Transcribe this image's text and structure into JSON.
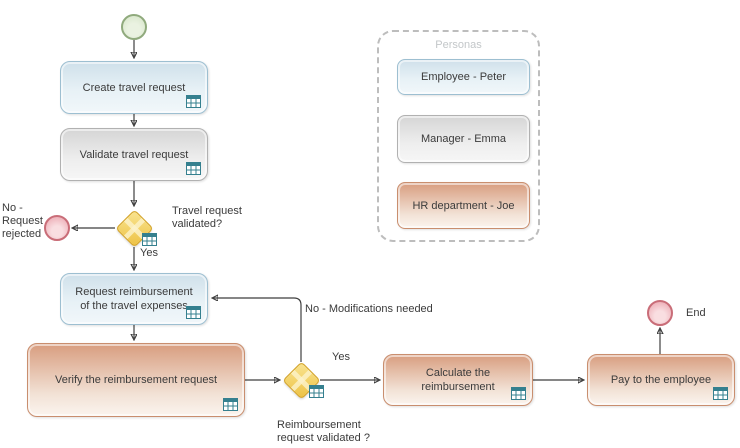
{
  "tasks": {
    "create": "Create travel request",
    "validate": "Validate travel request",
    "request_reimbursement": "Request reimbursement of the travel expenses",
    "verify": "Verify the reimbursement request",
    "calculate": "Calculate the reimbursement",
    "pay": "Pay to the employee"
  },
  "gateways": {
    "travel": {
      "question": "Travel request validated?",
      "yes_label": "Yes",
      "no_label": "No - Request rejected"
    },
    "reimbursement": {
      "question": "Reimboursement request validated ?",
      "yes_label": "Yes",
      "no_label": "No - Modifications needed"
    }
  },
  "events": {
    "end_label": "End"
  },
  "personas": {
    "title": "Personas",
    "items": [
      {
        "label": "Employee - Peter",
        "style": "blue"
      },
      {
        "label": "Manager - Emma",
        "style": "gray"
      },
      {
        "label": "HR department - Joe",
        "style": "orange"
      }
    ]
  },
  "colors": {
    "task_blue_border": "#9dbfd1",
    "task_gray_border": "#b1b1b1",
    "task_orange_border": "#c98e6e",
    "gateway_fill": "#f0cd5a",
    "gateway_border": "#d2a125",
    "start_event_border": "#90aa7d",
    "end_event_border": "#c96d78",
    "connector": "#3f3f3f",
    "table_icon": "#35808f",
    "personas_border": "#bdbdbd"
  }
}
